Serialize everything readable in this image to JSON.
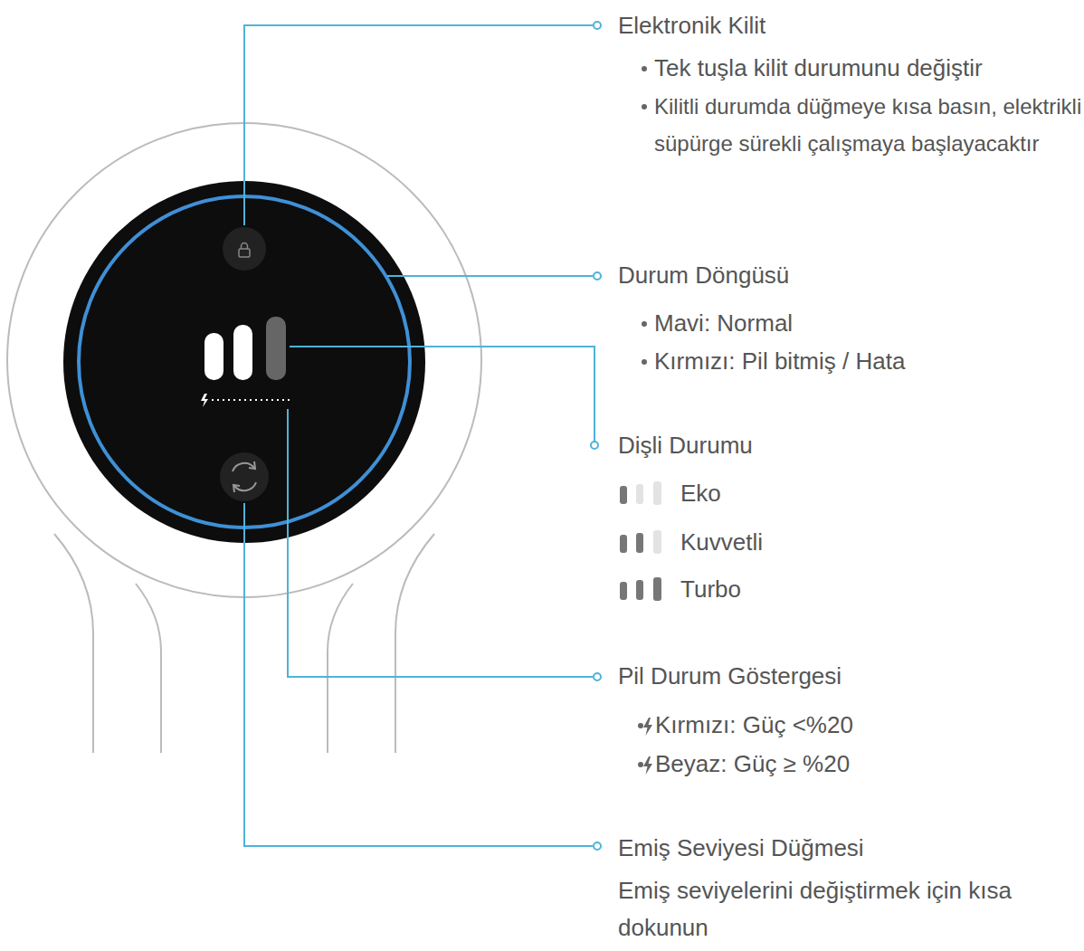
{
  "diagram": {
    "labels": [
      "Elektronik Kilit",
      "Tek tuşla kilit durumunu değiştir",
      "Kilitli durumda düğmeye kısa basın, elektrikli süpürge sürekli çalışmaya başlayacaktır",
      "Durum Döngüsü",
      "Mavi: Normal",
      "Kırmızı: Pil bitmiş / Hata",
      "Dişli Durumu",
      "Pil Durum Göstergesi",
      "Kırmızı: Güç <%20",
      "Beyaz: Güç ≥ %20",
      "Emiş Seviyesi Düğmesi",
      "Emiş seviyelerini değiştirmek için kısa dokunun"
    ],
    "legend": [
      {
        "text": "Eko"
      },
      {
        "text": "Kuvvetli"
      },
      {
        "text": "Turbo"
      }
    ]
  }
}
